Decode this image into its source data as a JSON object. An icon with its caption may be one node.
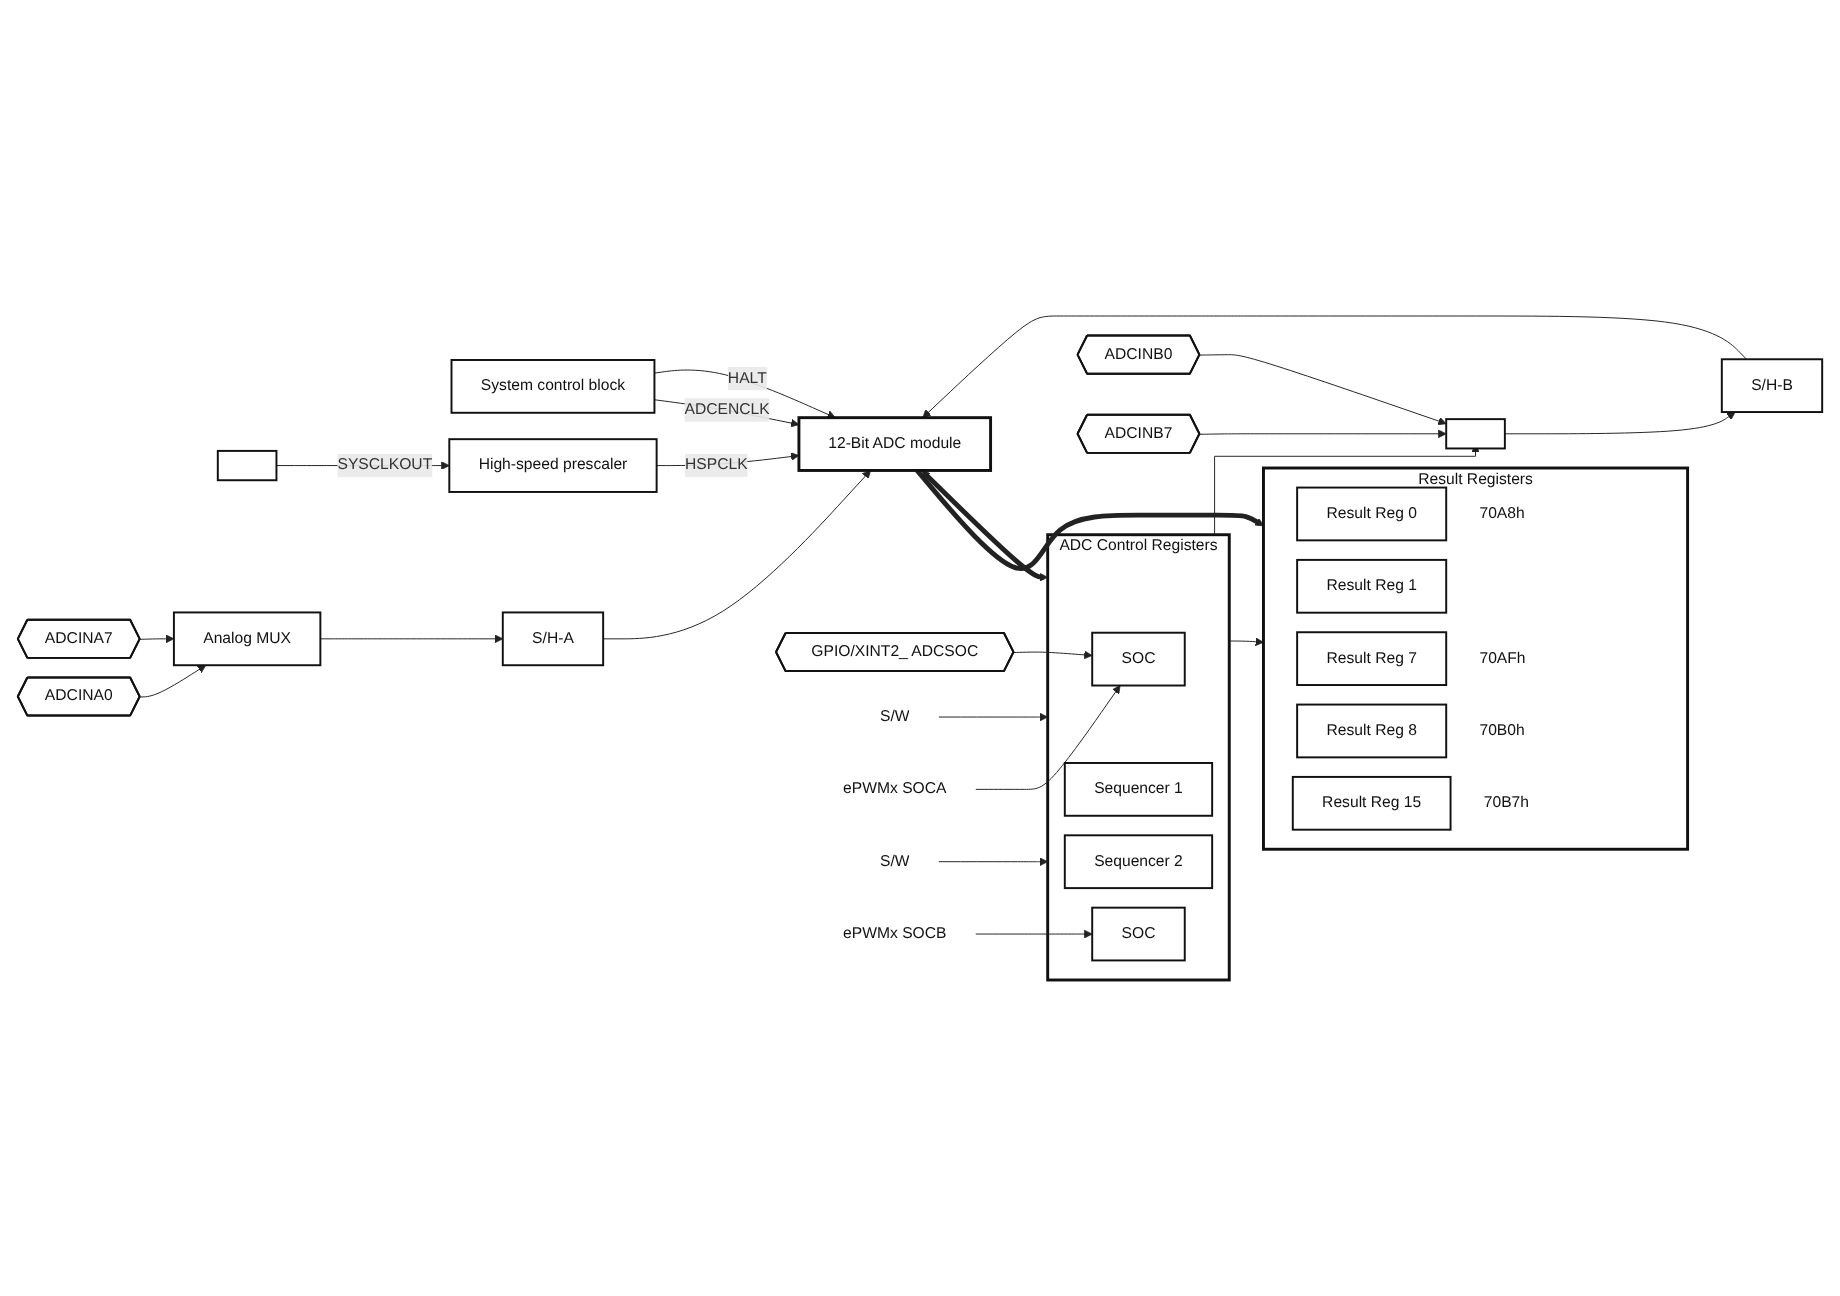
{
  "diagram": {
    "nodes": [
      {
        "text": [
          "System control block"
        ]
      },
      {
        "text": [
          "High-speed prescaler"
        ]
      },
      {
        "text": [],
        "shape": "box"
      },
      {
        "text": [
          "Analog MUX"
        ]
      },
      {
        "text": [
          "ADCINA0"
        ]
      },
      {
        "text": [
          "ADCINA7"
        ]
      },
      {
        "text": [],
        "shape": "box"
      },
      {
        "text": [
          "ADCINB0"
        ]
      },
      {
        "text": [
          "ADCINB7"
        ]
      },
      {
        "text": [
          "S/H-A"
        ]
      },
      {
        "text": [
          "S/H-B"
        ]
      },
      {
        "text": [
          "12-Bit ADC module"
        ]
      },
      {
        "text": [
          "Result Registers"
        ]
      },
      {
        "text": [
          "Result Reg 0"
        ],
        "in": 12,
        "beside": [
          "70A8h"
        ]
      },
      {
        "text": [
          "Result Reg 1"
        ],
        "in": 12
      },
      {
        "text": [
          "Result Reg 7"
        ],
        "in": 12,
        "beside": [
          "70AFh"
        ]
      },
      {
        "text": [
          "Result Reg 8"
        ],
        "in": 12,
        "beside": [
          "70B0h"
        ]
      },
      {
        "text": [
          "Result Reg 15"
        ],
        "in": 12,
        "beside": [
          "70B7h"
        ]
      },
      {
        "text": [
          "ADC Control Registers"
        ]
      },
      {
        "text": [
          "SOC"
        ],
        "in": 18
      },
      {
        "text": [
          "Sequencer 1"
        ],
        "in": 18
      },
      {
        "text": [
          "Sequencer 2"
        ],
        "in": 18
      },
      {
        "text": [
          "SOC"
        ],
        "in": 18
      },
      {
        "text": [
          "GPIO/XINT2_ ADCSOC"
        ]
      },
      {
        "text": [
          "S/W"
        ]
      },
      {
        "text": [
          "ePWMx SOCA"
        ]
      },
      {
        "text": [
          "S/W"
        ]
      },
      {
        "text": [
          "ePWMx SOCB"
        ]
      }
    ],
    "edges": [
      {
        "from": 2,
        "to": 1,
        "arrow": "to",
        "label": "SYSCLKOUT"
      },
      {
        "from": 0,
        "to": 11,
        "arrow": "to",
        "label": "ADCENCLK"
      },
      {
        "from": 0,
        "to": 11,
        "arrow": "to",
        "label": "HALT"
      },
      {
        "from": 1,
        "to": 11,
        "arrow": "to",
        "label": "HSPCLK"
      },
      {
        "from": 4,
        "to": 3,
        "arrow": "to"
      },
      {
        "from": 5,
        "to": 3,
        "arrow": "to"
      },
      {
        "from": 7,
        "to": 6,
        "arrow": "to"
      },
      {
        "from": 8,
        "to": 6,
        "arrow": "to"
      },
      {
        "from": 3,
        "to": 9,
        "arrow": "to"
      },
      {
        "from": 6,
        "to": 10,
        "arrow": "to"
      },
      {
        "from": 9,
        "to": 11,
        "arrow": "to"
      },
      {
        "from": 10,
        "to": 11,
        "arrow": "to"
      },
      {
        "from": 11,
        "to": 12,
        "arrow": "to",
        "style": "thick"
      },
      {
        "from": 11,
        "to": 18,
        "arrow": "both",
        "style": "thick"
      },
      {
        "from": 18,
        "to": 6,
        "arrow": "to"
      },
      {
        "from": 18,
        "to": 12,
        "arrow": "to"
      },
      {
        "from": 24,
        "to": 18,
        "arrow": "to"
      },
      {
        "from": 25,
        "to": 19,
        "arrow": "to"
      },
      {
        "from": 23,
        "to": 19,
        "arrow": "to"
      },
      {
        "from": 26,
        "to": 18,
        "arrow": "to"
      },
      {
        "from": 27,
        "to": 22,
        "arrow": "to"
      }
    ]
  }
}
